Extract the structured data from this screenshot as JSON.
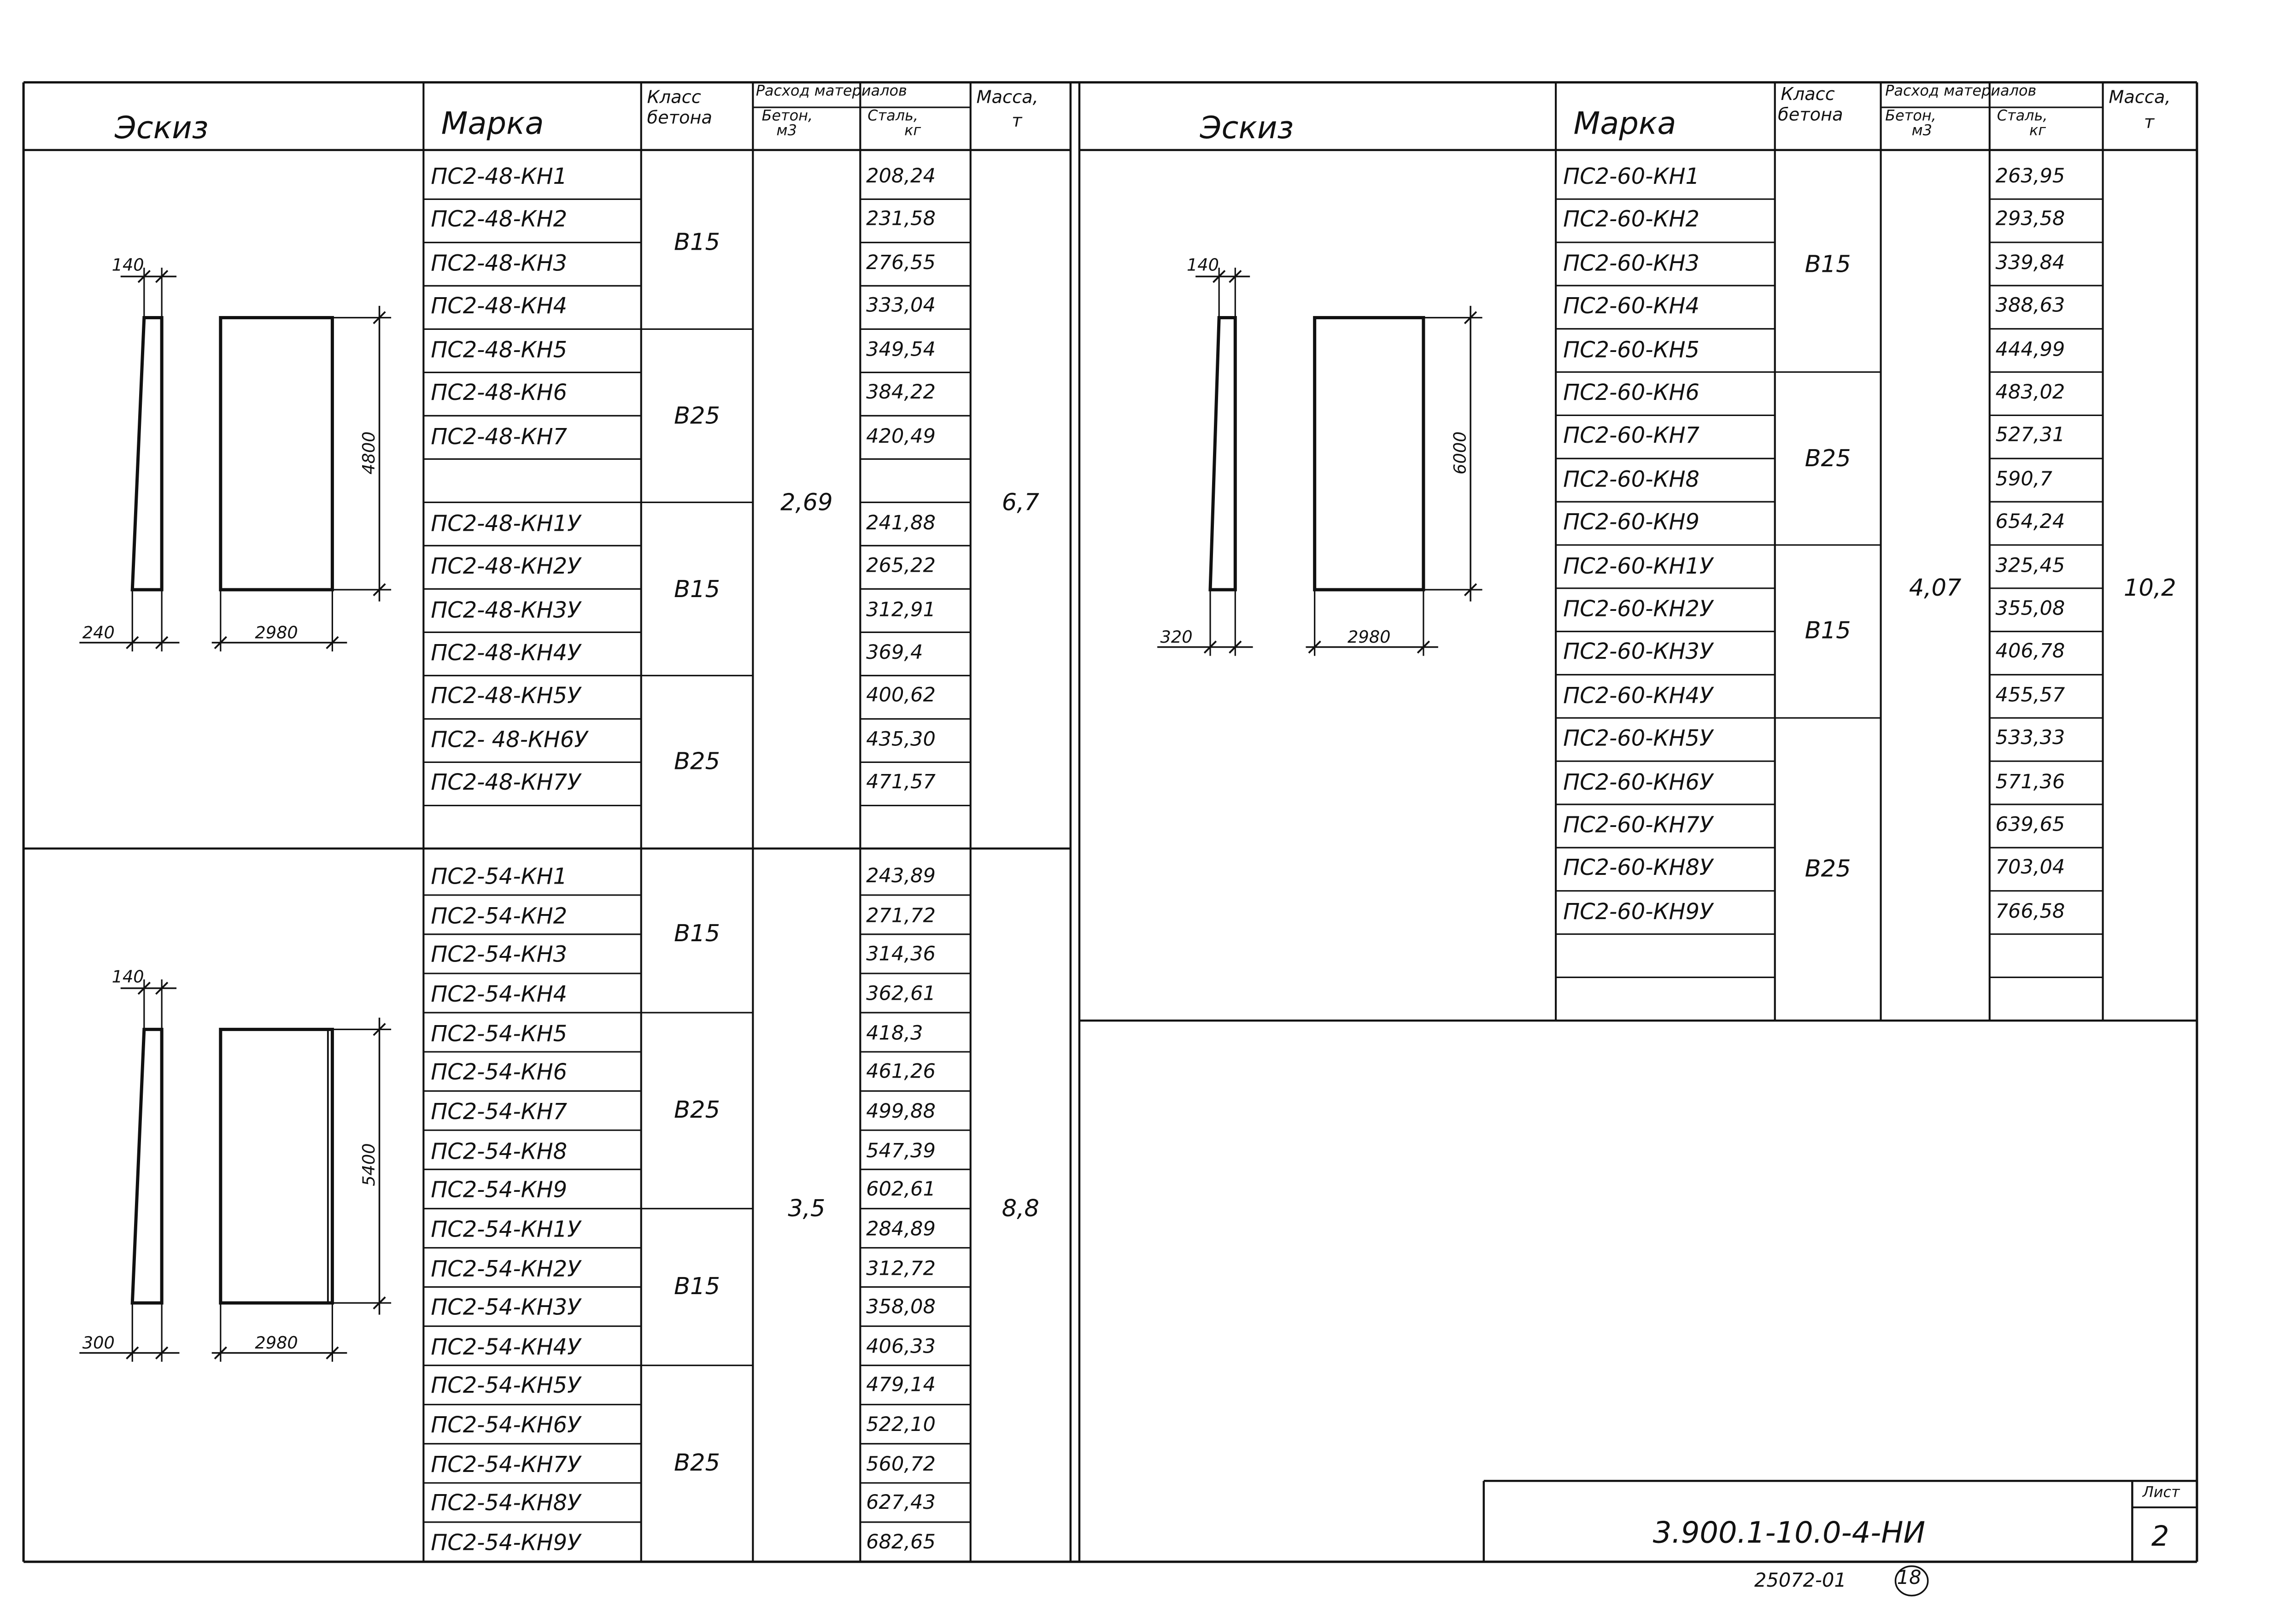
{
  "left_table": {
    "header": {
      "sketch": "Эскиз",
      "mark": "Марка",
      "concrete_class": [
        "Класс",
        "бетона"
      ],
      "materials": "Расход материалов",
      "concrete": [
        "Бетон,",
        "м3"
      ],
      "steel": [
        "Сталь,",
        "кг"
      ],
      "mass": [
        "Масса,",
        "т"
      ]
    },
    "section_48": {
      "marks": [
        "ПС2-48-КН1",
        "ПС2-48-КН2",
        "ПС2-48-КН3",
        "ПС2-48-КН4",
        "ПС2-48-КН5",
        "ПС2-48-КН6",
        "ПС2-48-КН7",
        "",
        "ПС2-48-КН1У",
        "ПС2-48-КН2У",
        "ПС2-48-КН3У",
        "ПС2-48-КН4У",
        "ПС2-48-КН5У",
        "ПС2- 48-КН6У",
        "ПС2-48-КН7У",
        ""
      ],
      "steel": [
        "208,24",
        "231,58",
        "276,55",
        "333,04",
        "349,54",
        "384,22",
        "420,49",
        "",
        "241,88",
        "265,22",
        "312,91",
        "369,4",
        "400,62",
        "435,30",
        "471,57",
        ""
      ],
      "classes": [
        "В15",
        "В25",
        "В15",
        "В25"
      ],
      "concrete": "2,69",
      "mass": "6,7",
      "dims": {
        "top": "140",
        "bottom": "240",
        "width": "2980",
        "height": "4800"
      }
    },
    "section_54": {
      "marks": [
        "ПС2-54-КН1",
        "ПС2-54-КН2",
        "ПС2-54-КН3",
        "ПС2-54-КН4",
        "ПС2-54-КН5",
        "ПС2-54-КН6",
        "ПС2-54-КН7",
        "ПС2-54-КН8",
        "ПС2-54-КН9",
        "ПС2-54-КН1У",
        "ПС2-54-КН2У",
        "ПС2-54-КН3У",
        "ПС2-54-КН4У",
        "ПС2-54-КН5У",
        "ПС2-54-КН6У",
        "ПС2-54-КН7У",
        "ПС2-54-КН8У",
        "ПС2-54-КН9У"
      ],
      "steel": [
        "243,89",
        "271,72",
        "314,36",
        "362,61",
        "418,3",
        "461,26",
        "499,88",
        "547,39",
        "602,61",
        "284,89",
        "312,72",
        "358,08",
        "406,33",
        "479,14",
        "522,10",
        "560,72",
        "627,43",
        "682,65"
      ],
      "classes": [
        "В15",
        "В25",
        "В15",
        "В25"
      ],
      "concrete": "3,5",
      "mass": "8,8",
      "dims": {
        "top": "140",
        "bottom": "300",
        "width": "2980",
        "height": "5400"
      }
    }
  },
  "right_table": {
    "header": {
      "sketch": "Эскиз",
      "mark": "Марка",
      "concrete_class": [
        "Класс",
        "бетона"
      ],
      "materials": "Расход материалов",
      "concrete": [
        "Бетон,",
        "м3"
      ],
      "steel": [
        "Сталь,",
        "кг"
      ],
      "mass": [
        "Масса,",
        "т"
      ]
    },
    "section_60": {
      "marks": [
        "ПС2-60-КН1",
        "ПС2-60-КН2",
        "ПС2-60-КН3",
        "ПС2-60-КН4",
        "ПС2-60-КН5",
        "ПС2-60-КН6",
        "ПС2-60-КН7",
        "ПС2-60-КН8",
        "ПС2-60-КН9",
        "ПС2-60-КН1У",
        "ПС2-60-КН2У",
        "ПС2-60-КН3У",
        "ПС2-60-КН4У",
        "ПС2-60-КН5У",
        "ПС2-60-КН6У",
        "ПС2-60-КН7У",
        "ПС2-60-КН8У",
        "ПС2-60-КН9У",
        "",
        ""
      ],
      "steel": [
        "263,95",
        "293,58",
        "339,84",
        "388,63",
        "444,99",
        "483,02",
        "527,31",
        "590,7",
        "654,24",
        "325,45",
        "355,08",
        "406,78",
        "455,57",
        "533,33",
        "571,36",
        "639,65",
        "703,04",
        "766,58",
        "",
        ""
      ],
      "classes": [
        "В15",
        "В25",
        "В15",
        "В25"
      ],
      "concrete": "4,07",
      "mass": "10,2",
      "dims": {
        "top": "140",
        "bottom": "320",
        "width": "2980",
        "height": "6000"
      }
    }
  },
  "title_block": {
    "doc_code": "3.900.1-10.0-4-НИ",
    "sheet_label": "Лист",
    "sheet_number": "2"
  },
  "footer": {
    "code": "25072-01",
    "page": "18"
  }
}
